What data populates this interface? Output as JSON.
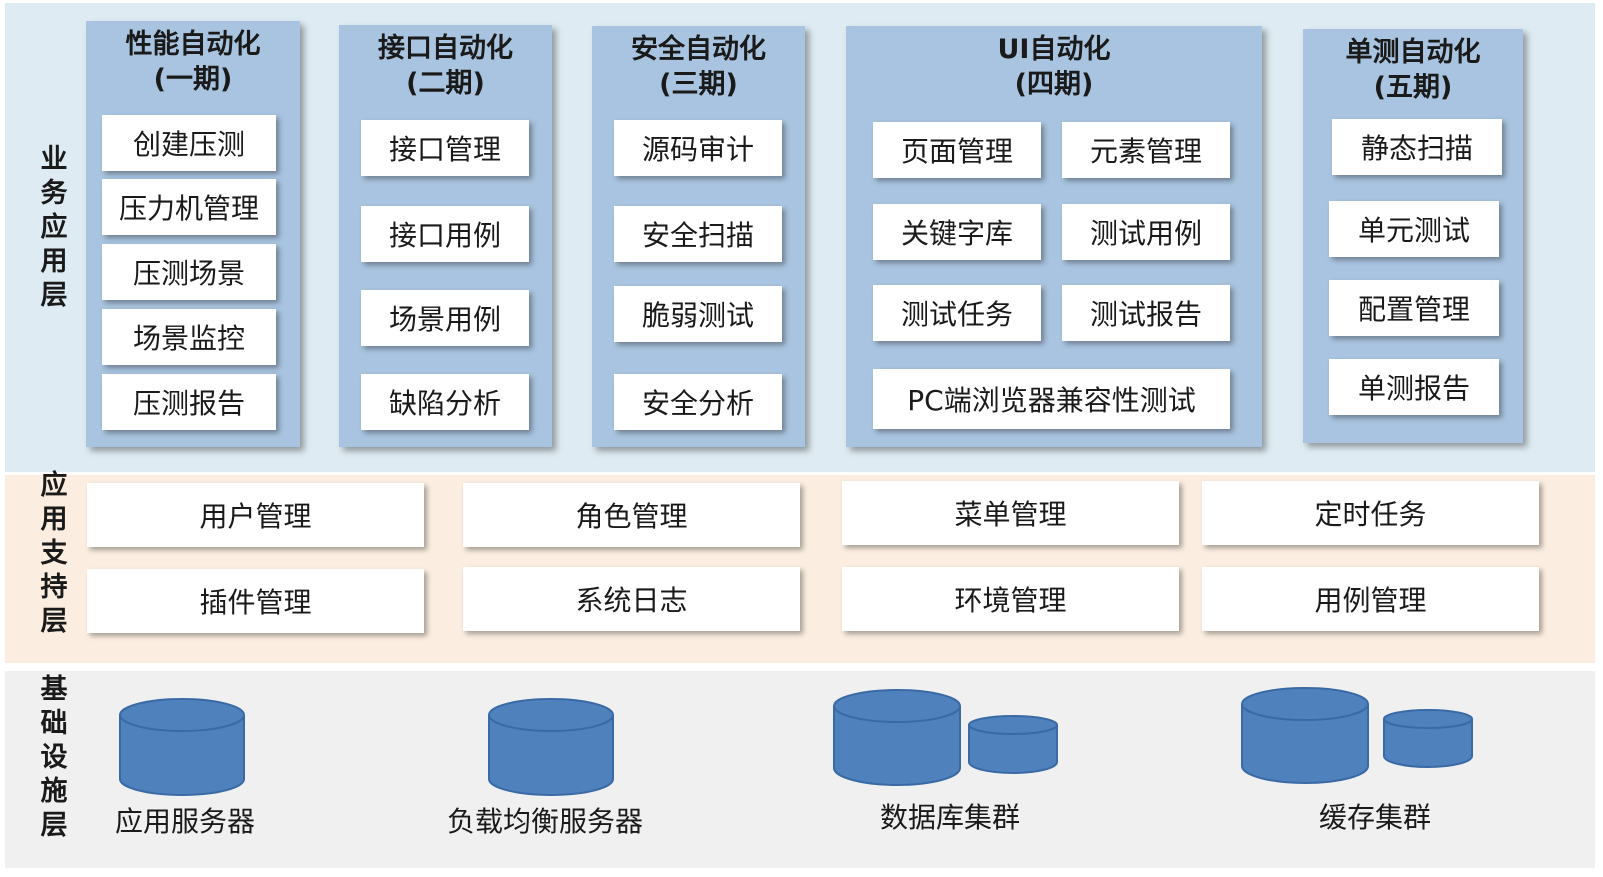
{
  "layers": {
    "business": "业务应用层",
    "support": "应用支持层",
    "infrastructure": "基础设施层"
  },
  "modules": [
    {
      "title": [
        "性能自动化",
        "(一期)"
      ],
      "items": [
        "创建压测",
        "压力机管理",
        "压测场景",
        "场景监控",
        "压测报告"
      ]
    },
    {
      "title": [
        "接口自动化",
        "(二期)"
      ],
      "items": [
        "接口管理",
        "接口用例",
        "场景用例",
        "缺陷分析"
      ]
    },
    {
      "title": [
        "安全自动化",
        "(三期)"
      ],
      "items": [
        "源码审计",
        "安全扫描",
        "脆弱测试",
        "安全分析"
      ]
    },
    {
      "title": [
        "UI自动化",
        "(四期)"
      ],
      "items": [
        "页面管理",
        "元素管理",
        "关键字库",
        "测试用例",
        "测试任务",
        "测试报告",
        "PC端浏览器兼容性测试"
      ]
    },
    {
      "title": [
        "单测自动化",
        "(五期)"
      ],
      "items": [
        "静态扫描",
        "单元测试",
        "配置管理",
        "单测报告"
      ]
    }
  ],
  "support": {
    "items": [
      "用户管理",
      "角色管理",
      "菜单管理",
      "定时任务",
      "插件管理",
      "系统日志",
      "环境管理",
      "用例管理"
    ]
  },
  "infrastructure": {
    "items": [
      "应用服务器",
      "负载均衡服务器",
      "数据库集群",
      "缓存集群"
    ]
  },
  "colors": {
    "business_bg": "#deebf2",
    "support_bg": "#fbeee0",
    "infra_bg": "#f0f0f0",
    "module_bg": "#a9c4e0",
    "cylinder_fill": "#4f81bd",
    "cylinder_stroke": "#3a6aa5"
  }
}
